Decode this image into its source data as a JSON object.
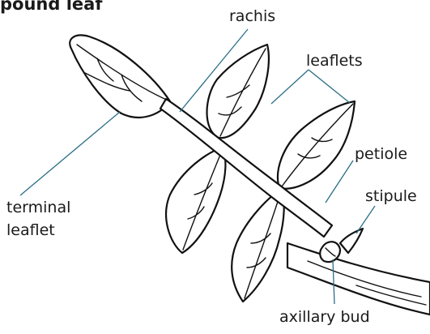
{
  "title": "pound leaf",
  "labels": {
    "rachis": "rachis",
    "leaflets": "leaflets",
    "petiole": "petiole",
    "stipule": "stipule",
    "terminal_leaflet_line1": "terminal",
    "terminal_leaflet_line2": "leaflet",
    "axillary_bud": "axillary bud"
  },
  "colors": {
    "label_line": "#2a6f86",
    "drawing": "#111111",
    "background": "#ffffff"
  }
}
